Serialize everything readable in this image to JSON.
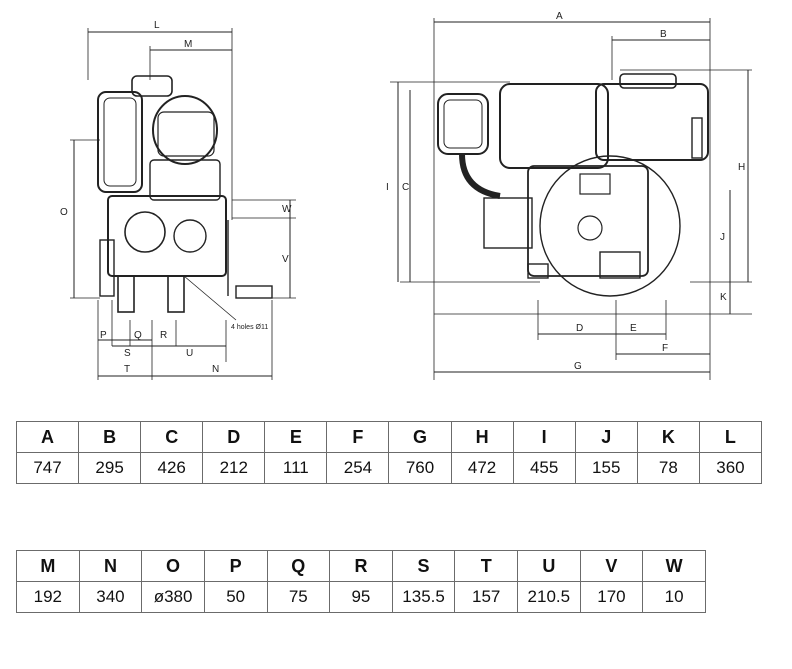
{
  "drawing": {
    "side_view_letters": [
      "L",
      "M",
      "O",
      "W",
      "V",
      "P",
      "Q",
      "R",
      "S",
      "U",
      "T",
      "N"
    ],
    "front_view_letters": [
      "A",
      "B",
      "I",
      "C",
      "H",
      "J",
      "K",
      "D",
      "E",
      "F",
      "G"
    ],
    "hole_note": "4 holes Ø11"
  },
  "table1": {
    "headers": [
      "A",
      "B",
      "C",
      "D",
      "E",
      "F",
      "G",
      "H",
      "I",
      "J",
      "K",
      "L"
    ],
    "values": [
      "747",
      "295",
      "426",
      "212",
      "111",
      "254",
      "760",
      "472",
      "455",
      "155",
      "78",
      "360"
    ]
  },
  "table2": {
    "headers": [
      "M",
      "N",
      "O",
      "P",
      "Q",
      "R",
      "S",
      "T",
      "U",
      "V",
      "W"
    ],
    "values": [
      "192",
      "340",
      "ø380",
      "50",
      "75",
      "95",
      "135.5",
      "157",
      "210.5",
      "170",
      "10"
    ]
  }
}
